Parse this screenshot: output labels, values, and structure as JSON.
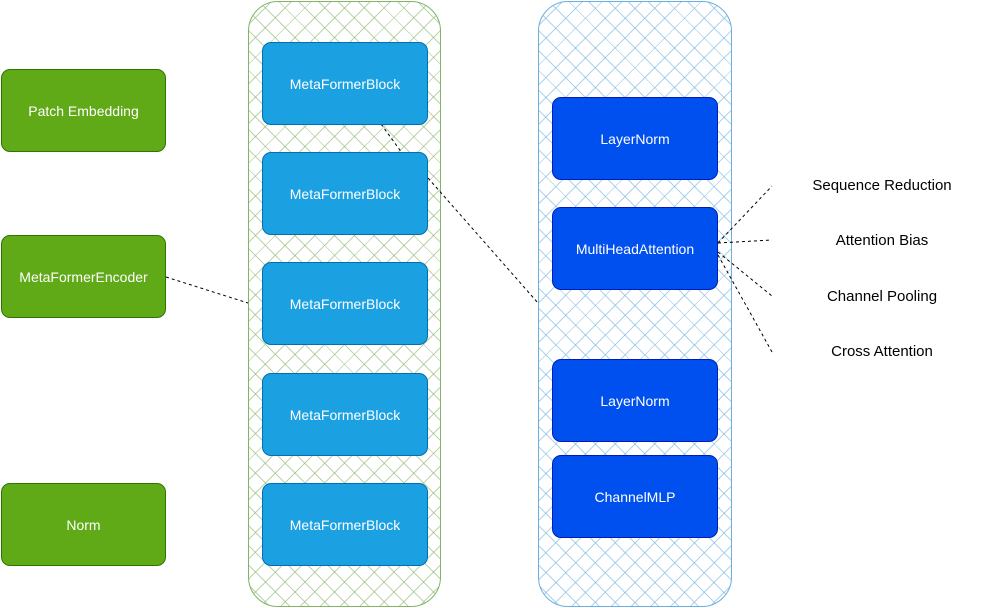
{
  "left_column": {
    "patch_embedding": "Patch Embedding",
    "encoder": "MetaFormerEncoder",
    "norm": "Norm"
  },
  "encoder_blocks": [
    "MetaFormerBlock",
    "MetaFormerBlock",
    "MetaFormerBlock",
    "MetaFormerBlock",
    "MetaFormerBlock"
  ],
  "block_components": {
    "layernorm_1": "LayerNorm",
    "attention": "MultiHeadAttention",
    "layernorm_2": "LayerNorm",
    "mlp": "ChannelMLP"
  },
  "attention_variants": [
    "Sequence Reduction",
    "Attention Bias",
    "Channel Pooling",
    "Cross Attention"
  ],
  "colors": {
    "green_fill": "#60a917",
    "cyan_fill": "#1ba1e2",
    "blue_fill": "#0050ef",
    "green_border": "#82b366",
    "blue_border": "#6ab0de"
  }
}
